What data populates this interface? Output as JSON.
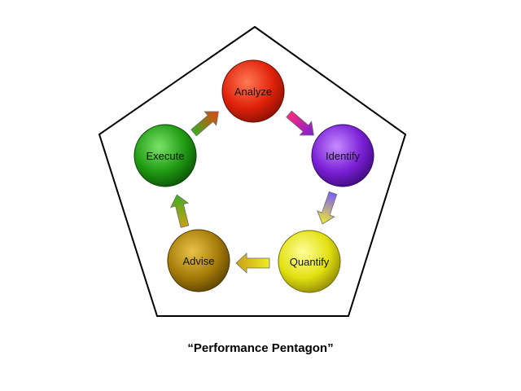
{
  "nodes": [
    {
      "id": "analyze",
      "label": "Analyze",
      "color": "#e0220a"
    },
    {
      "id": "identify",
      "label": "Identify",
      "color": "#7a1fd6"
    },
    {
      "id": "quantify",
      "label": "Quantify",
      "color": "#e2e011"
    },
    {
      "id": "advise",
      "label": "Advise",
      "color": "#a67c08"
    },
    {
      "id": "execute",
      "label": "Execute",
      "color": "#1f9a12"
    }
  ],
  "arrows": [
    {
      "from": "analyze",
      "to": "identify"
    },
    {
      "from": "identify",
      "to": "quantify"
    },
    {
      "from": "quantify",
      "to": "advise"
    },
    {
      "from": "advise",
      "to": "execute"
    },
    {
      "from": "execute",
      "to": "analyze"
    }
  ],
  "caption": "“Performance Pentagon”"
}
